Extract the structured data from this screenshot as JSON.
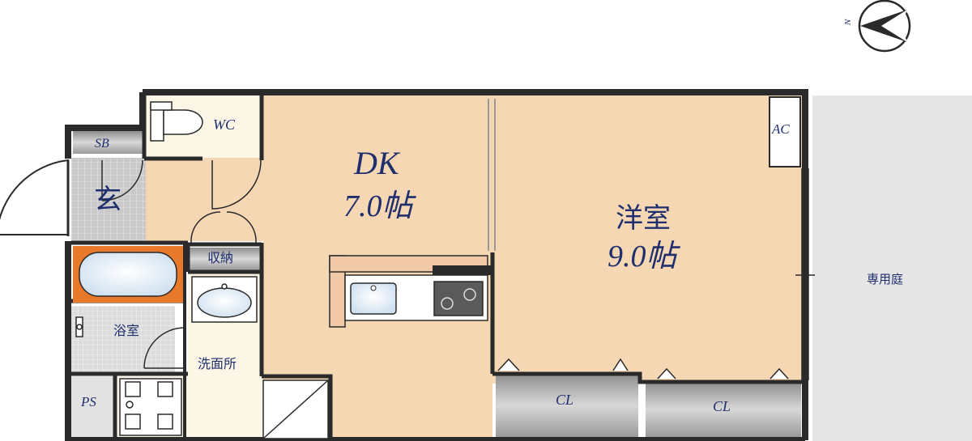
{
  "compass": {
    "north_label": "N"
  },
  "rooms": {
    "wc": "WC",
    "sb": "SB",
    "genkan": "玄",
    "dk_name": "DK",
    "dk_size": "7.0帖",
    "western_name": "洋室",
    "western_size": "9.0帖",
    "ac": "AC",
    "storage": "収納",
    "bath": "浴室",
    "washroom": "洗面所",
    "ps": "PS",
    "cl_left": "CL",
    "cl_right": "CL",
    "garden": "専用庭"
  },
  "colors": {
    "floor": "#f5d7b4",
    "wet": "#fbf6e6",
    "tile": "#c8c8c8",
    "garden": "#e6e6e6",
    "closet": "#b4b4b4",
    "wall": "#2a2a2a",
    "bathtub": "#e8782a",
    "text": "#1f2f6e"
  }
}
